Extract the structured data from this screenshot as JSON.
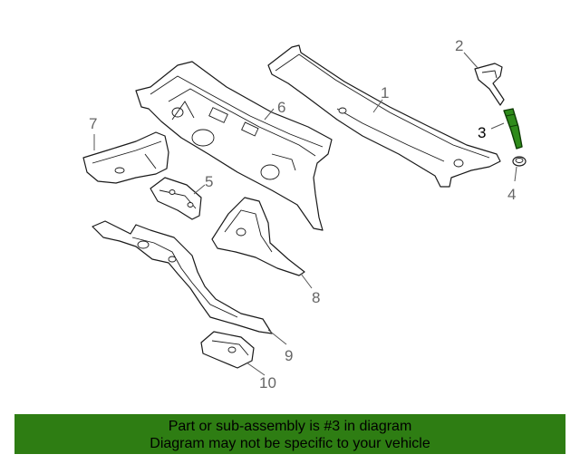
{
  "callouts": {
    "c1": "1",
    "c2": "2",
    "c3": "3",
    "c4": "4",
    "c5": "5",
    "c6": "6",
    "c7": "7",
    "c8": "8",
    "c9": "9",
    "c10": "10"
  },
  "highlight_part": "3",
  "colors": {
    "banner_bg": "#2e7d13",
    "highlight": "#2e8b1a",
    "line": "#1a1a1a",
    "callout_text": "#666666"
  },
  "banner": {
    "line1": "Part or sub-assembly is #3 in diagram",
    "line2": "Diagram may not be specific to your vehicle"
  }
}
